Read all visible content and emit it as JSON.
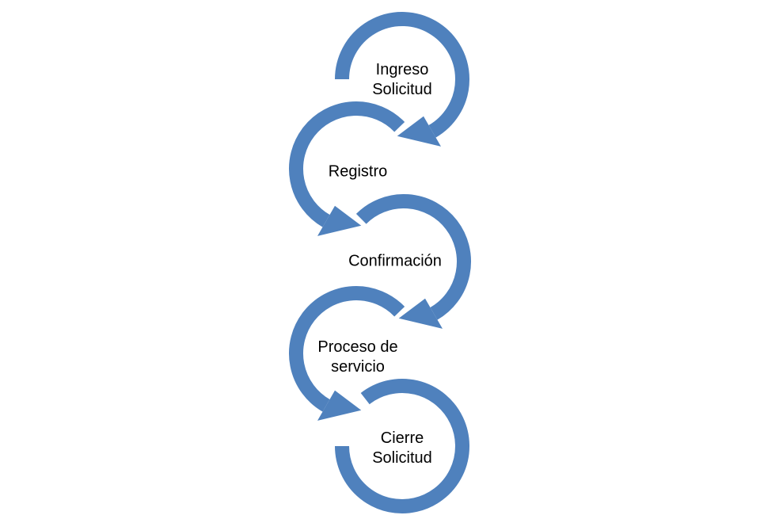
{
  "colors": {
    "arrow": "#4F81BD",
    "text": "#000000"
  },
  "steps": [
    {
      "line1": "Ingreso",
      "line2": "Solicitud"
    },
    {
      "line1": "Registro"
    },
    {
      "line1": "Confirmación"
    },
    {
      "line1": "Proceso de",
      "line2": "servicio"
    },
    {
      "line1": "Cierre",
      "line2": "Solicitud"
    }
  ]
}
